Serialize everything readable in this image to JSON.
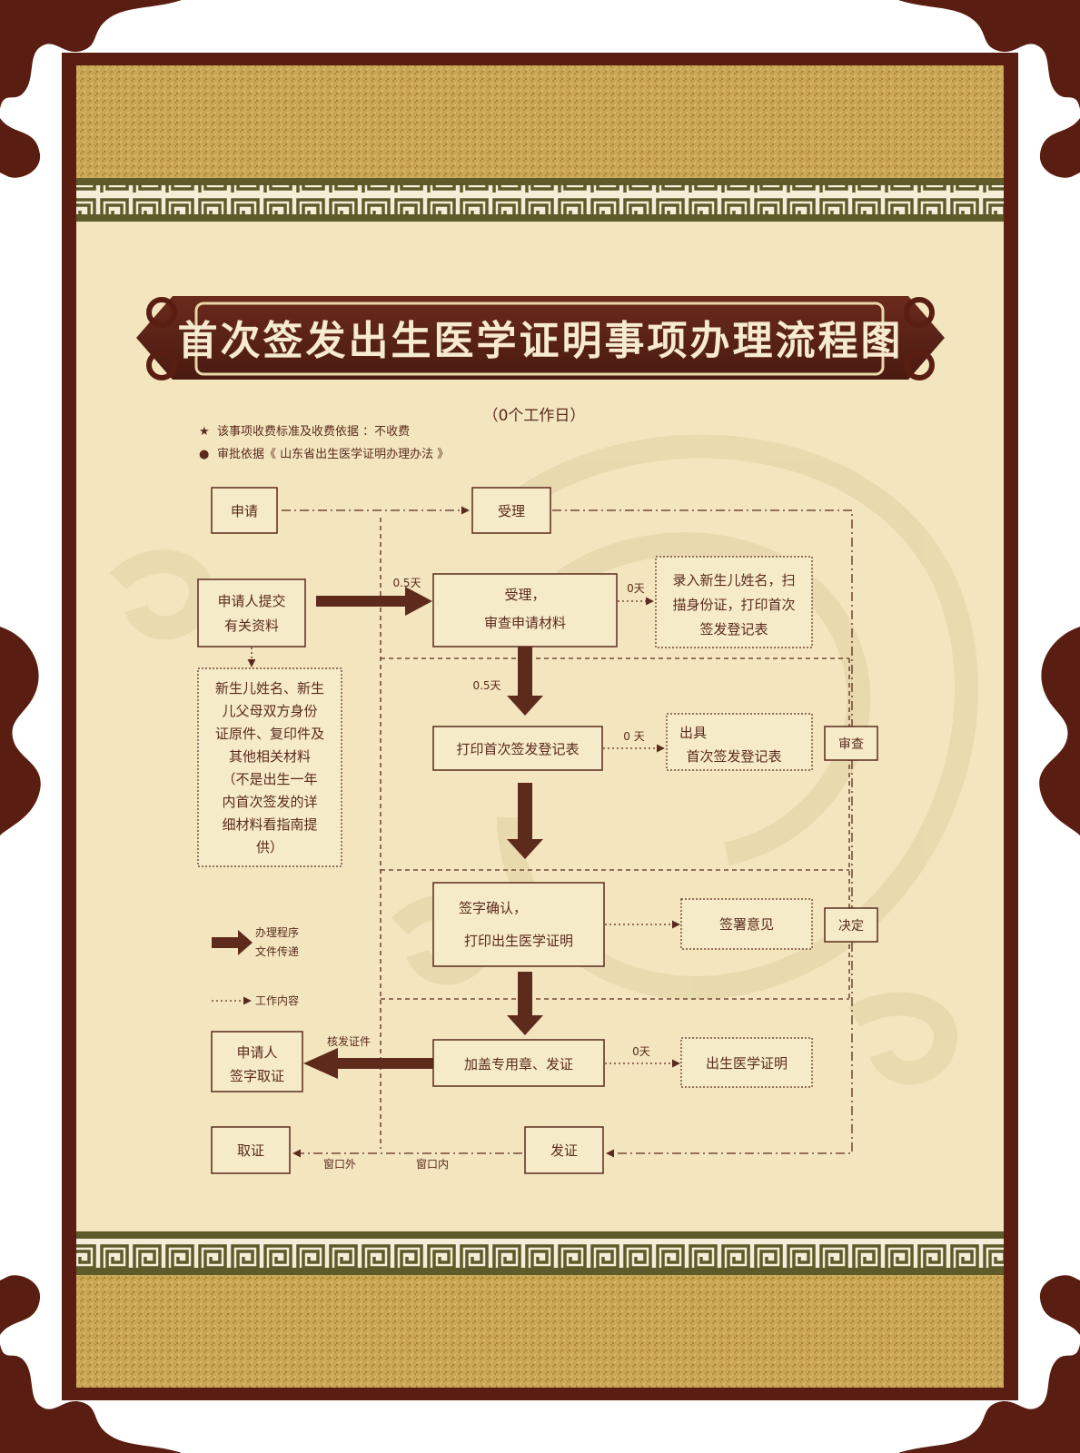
{
  "title": "首次签发出生医学证明事项办理流程图",
  "subtitle": "（0个工作日）",
  "notes": {
    "fee_mark": "★",
    "fee": "该事项收费标准及收费依据 ：不收费",
    "basis_mark": "●",
    "basis": "审批依据《 山东省出生医学证明办理办法 》"
  },
  "boxes": {
    "apply": "申请",
    "accept_top": "受理",
    "applicant_submit": [
      "申请人提交",
      "有关资料"
    ],
    "materials": [
      "新生儿姓名、新生",
      "儿父母双方身份",
      "证原件、复印件及",
      "其他相关材料",
      "（不是出生一年",
      "内首次签发的详",
      "细材料看指南提",
      "供）"
    ],
    "accept_review": [
      "受理，",
      "审查申请材料"
    ],
    "input_info": [
      "录入新生儿姓名，扫",
      "描身份证，打印首次",
      "签发登记表"
    ],
    "print_form": "打印首次签发登记表",
    "issue_form": [
      "出具",
      "首次签发登记表"
    ],
    "review": "审查",
    "sign_print": [
      "签字确认，",
      "打印出生医学证明"
    ],
    "sign_opinion": "签署意见",
    "decide": "决定",
    "seal_issue": "加盖专用章、发证",
    "certificate": "出生医学证明",
    "applicant_sign": [
      "申请人",
      "签字取证"
    ],
    "take": "取证",
    "issue": "发证"
  },
  "labels": {
    "d1": "0.5天",
    "d2": "0天",
    "d3": "0.5天",
    "d4": "0 天",
    "d5": "0天",
    "verify": "核发证件",
    "outside": "窗口外",
    "inside": "窗口内"
  },
  "legend": {
    "procedure": "办理程序",
    "transfer": "文件传递",
    "content": "工作内容"
  },
  "colors": {
    "frame": "#5a1d12",
    "gold": "#c8a352",
    "cream": "#f3e6bf",
    "meander": "#5e5a2a",
    "ink": "#5a2a1e",
    "arrow": "#5e2a1c"
  }
}
